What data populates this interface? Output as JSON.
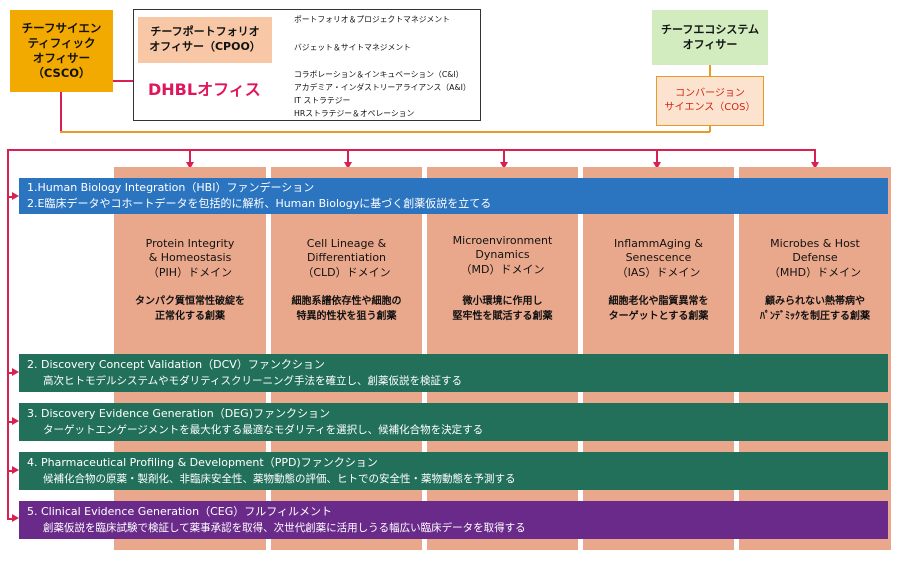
{
  "csco": "チーフサイエン\nティフィック\nオフィサー\n（CSCO）",
  "cpoo": "チーフポートフォリオ\nオフィサー（CPOO）",
  "dhbl_office": "DHBLオフィス",
  "dhbl_items": [
    "ポートフォリオ＆プロジェクトマネジメント",
    "バジェット＆サイトマネジメント",
    "コラボレーション＆インキュベーション（C&I）",
    "アカデミア・インダストリーアライアンス（A&I）",
    "IT ストラテジー",
    "HRストラテジー＆オペレーション"
  ],
  "ceso": "チーフエコシステム\nオフィサー",
  "cos": "コンバージョン\nサイエンス（COS）",
  "hbi": {
    "line1": "1.Human Biology Integration（HBI）ファンデーション",
    "line2": "2.E臨床データやコホートデータを包括的に解析、Human Biologyに基づく創薬仮説を立てる"
  },
  "domains": [
    {
      "title": "Protein Integrity\n& Homeostasis\n（PIH）ドメイン",
      "desc": "タンパク質恒常性破綻を\n正常化する創薬"
    },
    {
      "title": "Cell Lineage &\nDifferentiation\n（CLD）ドメイン",
      "desc": "細胞系譜依存性や細胞の\n特異的性状を狙う創薬"
    },
    {
      "title": "Microenvironment\nDynamics\n（MD）ドメイン",
      "desc": "微小環境に作用し\n堅牢性を賦活する創薬"
    },
    {
      "title": "InflammAging &\nSenescence\n（IAS）ドメイン",
      "desc": "細胞老化や脂質異常を\nターゲットとする創薬"
    },
    {
      "title": "Microbes & Host\nDefense\n（MHD）ドメイン",
      "desc": "顧みられない熱帯病や\nﾊﾟﾝﾃﾞﾐｯｸを制圧する創薬"
    }
  ],
  "functions": [
    {
      "line1": "2. Discovery Concept Validation（DCV）ファンクション",
      "line2": "高次ヒトモデルシステムやモダリティスクリーニング手法を確立し、創薬仮説を検証する"
    },
    {
      "line1": "3. Discovery Evidence Generation（DEG)ファンクション",
      "line2": "ターゲットエンゲージメントを最大化する最適なモダリティを選択し、候補化合物を決定する"
    },
    {
      "line1": "4. Pharmaceutical Profiling & Development（PPD)ファンクション",
      "line2": "候補化合物の原薬・製剤化、非臨床安全性、薬物動態の評価、ヒトでの安全性・薬物動態を予測する"
    },
    {
      "line1": "5. Clinical Evidence Generation（CEG）フルフィルメント",
      "line2": "創薬仮説を臨床試験で検証して薬事承認を取得、次世代創薬に活用しうる幅広い臨床データを取得する"
    }
  ],
  "colors": {
    "csco": "#f2a900",
    "cpoo": "#f7c7a6",
    "dhbl": "#e0155b",
    "ceso": "#d2ecc0",
    "cos_border": "#e89a2a",
    "connector": "#d92052",
    "domain": "#e9a88c",
    "hbi": "#2b74c0",
    "function": "#22705a",
    "fulfillment": "#6a2a8a"
  }
}
